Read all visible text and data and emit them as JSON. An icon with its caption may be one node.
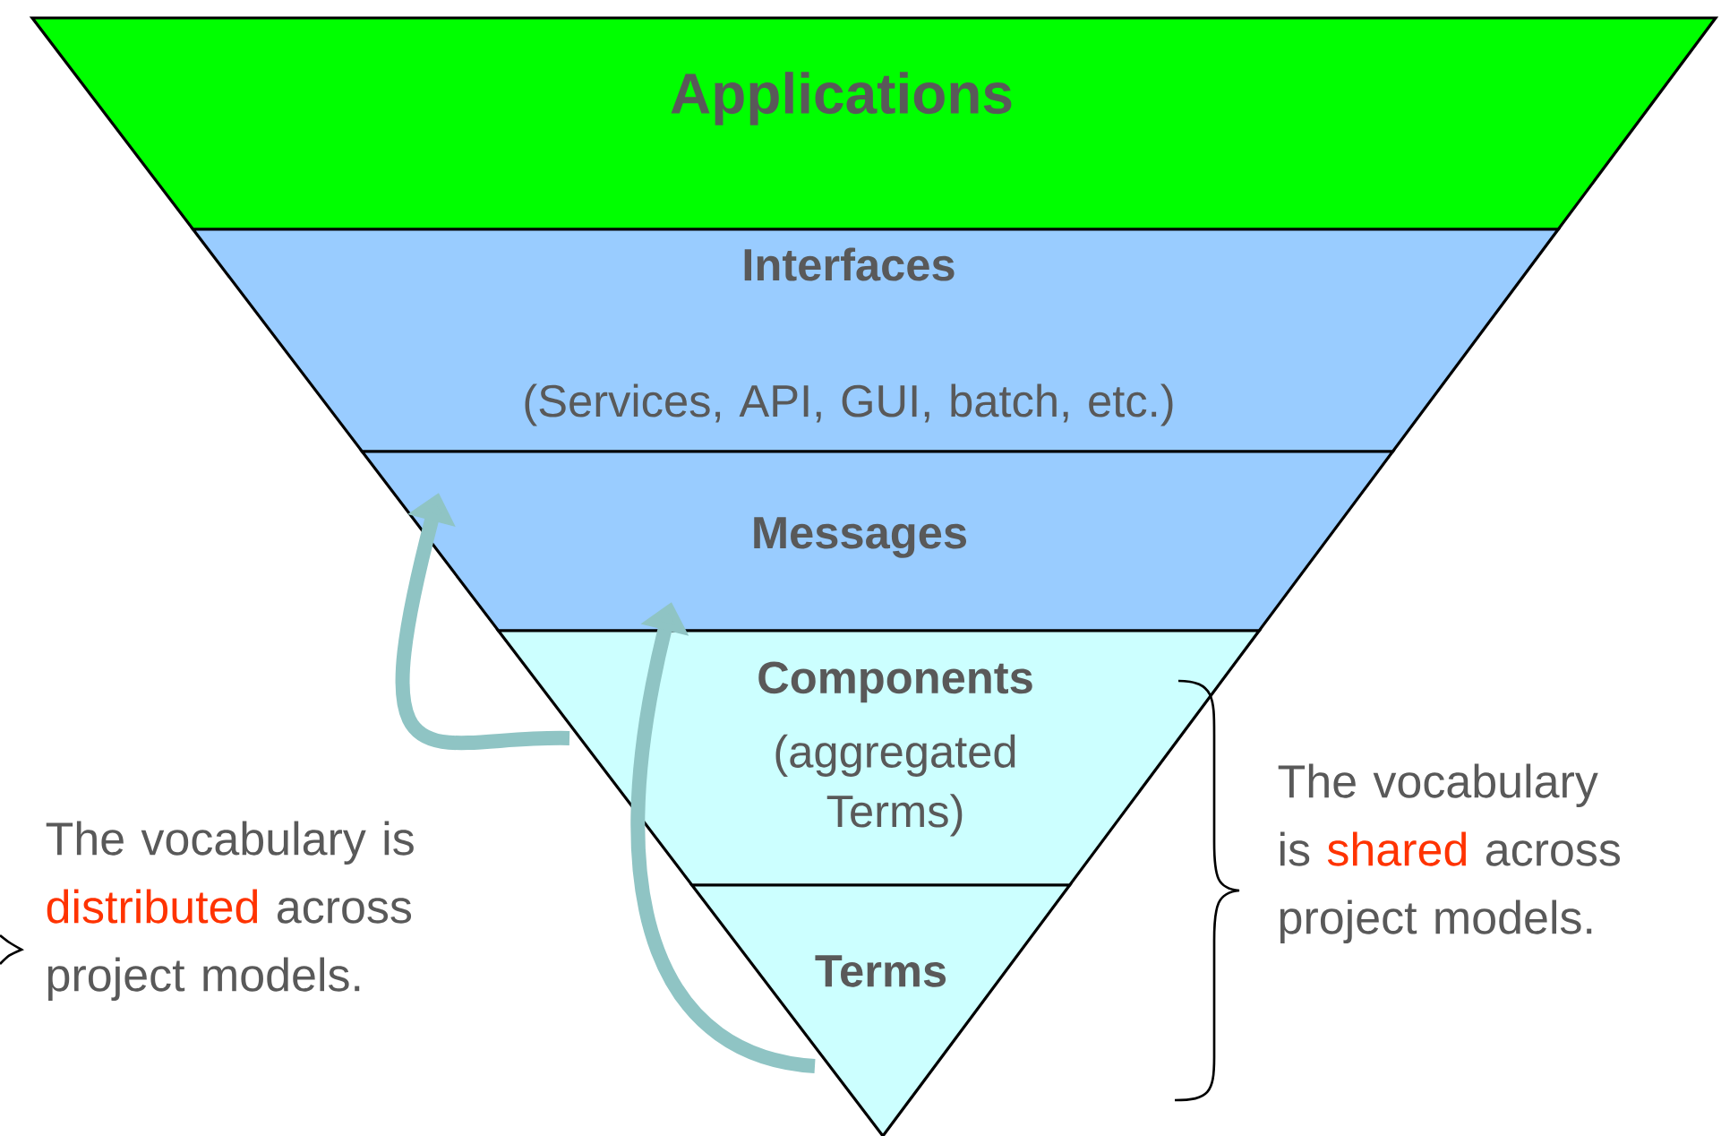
{
  "diagram": {
    "nodes": [
      {
        "text": [
          "Applications"
        ]
      },
      {
        "text": [
          "Interfaces",
          "(Services, API, GUI, batch, etc.)"
        ]
      },
      {
        "text": [
          "Messages"
        ]
      },
      {
        "text": [
          "Components",
          "(aggregated Terms)"
        ]
      },
      {
        "text": [
          "Terms"
        ]
      }
    ],
    "edges": [
      {
        "from": 3,
        "to": 2,
        "arrow": "to"
      },
      {
        "from": 4,
        "to": 3,
        "arrow": "to"
      }
    ],
    "labels": [
      "The vocabulary is",
      "distributed",
      "across project models.",
      "The vocabulary is",
      "shared",
      "across project models."
    ]
  }
}
